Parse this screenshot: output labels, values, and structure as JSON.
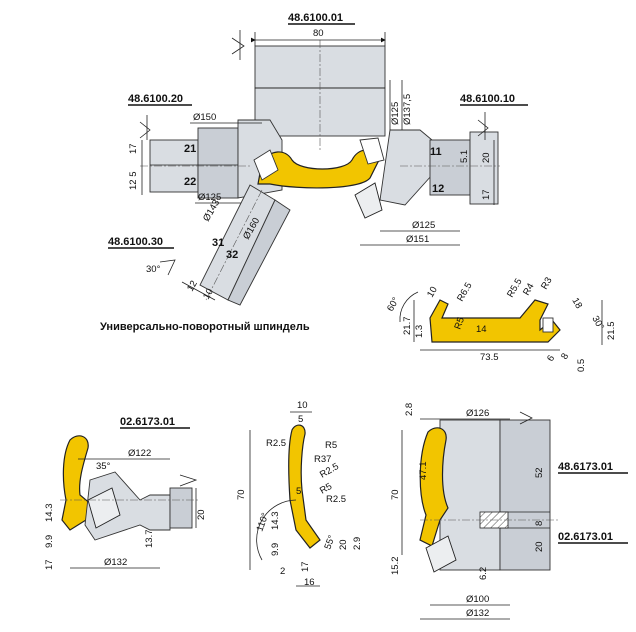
{
  "top_assembly": {
    "code_top": "48.6100.01",
    "code_left": "48.6100.20",
    "code_right": "48.6100.10",
    "code_bottom_left": "48.6100.30",
    "dims": {
      "d80": "80",
      "d150": "Ø150",
      "d125_top": "Ø125",
      "d137_5": "Ø137,5",
      "d125_left": "Ø125",
      "d143": "Ø143",
      "d160": "Ø160",
      "d125_right": "Ø125",
      "d151": "Ø151",
      "l17": "17",
      "l12_5": "12 5",
      "r5_1": "5.1",
      "r20": "20",
      "r17": "17",
      "a30": "30°",
      "b12": "12",
      "b10": "10"
    },
    "positions": {
      "p21": "21",
      "p22": "22",
      "p11": "11",
      "p12": "12",
      "p31": "31",
      "p32": "32"
    },
    "caption": "Универсально-поворотный шпиндель"
  },
  "profile_detail": {
    "dims": {
      "a60": "60°",
      "d10": "10",
      "r6_5": "R6.5",
      "r5": "R5",
      "r5_5": "R5.5",
      "r4": "R4",
      "r3": "R3",
      "d18": "18",
      "d21_7": "21.7",
      "d1_3": "1.3",
      "d14": "14",
      "d73_5": "73.5",
      "a30": "30°",
      "d21_5": "21.5",
      "d6": "6",
      "d8": "8",
      "d0_5": "0.5"
    }
  },
  "bottom_left": {
    "code": "02.6173.01",
    "dims": {
      "d122": "Ø122",
      "a35": "35°",
      "d9_9": "9.9",
      "d14_3": "14.3",
      "d13_7": "13.7",
      "d20": "20",
      "d17": "17",
      "d132": "Ø132"
    }
  },
  "bottom_mid": {
    "dims": {
      "d10": "10",
      "d5": "5",
      "r2_5": "R2.5",
      "r5": "R5",
      "r37": "R37",
      "r2_5b": "R2.5",
      "r5b": "R5",
      "r2_5c": "R2.5",
      "d5b": "5",
      "d70": "70",
      "a110": "110°",
      "d9_9": "9.9",
      "d14_3": "14.3",
      "a55": "55°",
      "d20": "20",
      "d2_9": "2.9",
      "d2": "2",
      "d17": "17",
      "d16": "16"
    }
  },
  "bottom_right": {
    "code_top": "48.6173.01",
    "code_bottom": "02.6173.01",
    "dims": {
      "d2_8": "2.8",
      "d126": "Ø126",
      "d47_1": "47.1",
      "d70": "70",
      "d52": "52",
      "d8": "8",
      "d20": "20",
      "d15_2": "15.2",
      "d6_2": "6.2",
      "d100": "Ø100",
      "d132": "Ø132"
    }
  },
  "colors": {
    "profile": "#f2c500",
    "metal": "#d9dde2",
    "ink": "#111111"
  }
}
